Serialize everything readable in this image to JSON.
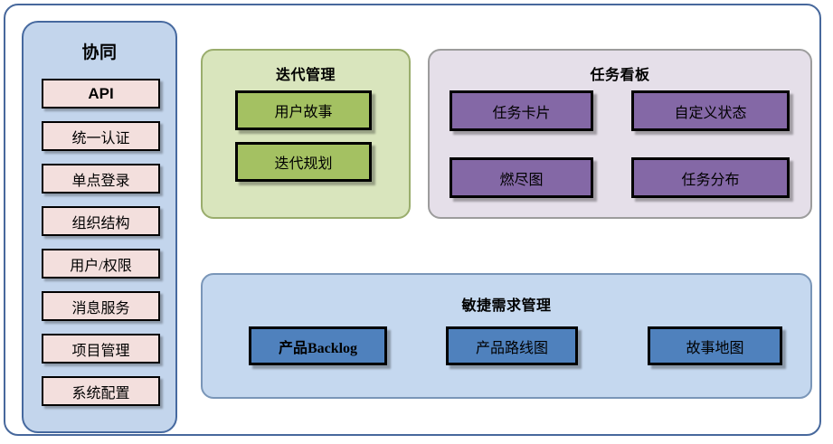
{
  "diagram": {
    "sidebar": {
      "title": "协同",
      "accent_color": "#c3d5ec",
      "border_color": "#46699f",
      "item_color": "#f3dfdd",
      "items": [
        {
          "label": "API",
          "style": "bold-latin"
        },
        {
          "label": "统一认证",
          "style": "normal"
        },
        {
          "label": "单点登录",
          "style": "normal"
        },
        {
          "label": "组织结构",
          "style": "normal"
        },
        {
          "label": "用户/权限",
          "style": "normal"
        },
        {
          "label": "消息服务",
          "style": "normal"
        },
        {
          "label": "项目管理",
          "style": "normal"
        },
        {
          "label": "系统配置",
          "style": "normal"
        }
      ]
    },
    "iteration": {
      "title": "迭代管理",
      "panel_color": "#d9e5bd",
      "border_color": "#9aad6d",
      "box_color": "#a4c162",
      "items": [
        {
          "label": "用户故事"
        },
        {
          "label": "迭代规划"
        }
      ]
    },
    "taskboard": {
      "title": "任务看板",
      "panel_color": "#e5dfe9",
      "border_color": "#9c9c9c",
      "box_color": "#8468a6",
      "items": [
        {
          "label": "任务卡片"
        },
        {
          "label": "自定义状态"
        },
        {
          "label": "燃尽图"
        },
        {
          "label": "任务分布"
        }
      ]
    },
    "agile": {
      "title": "敏捷需求管理",
      "panel_color": "#c5d8ef",
      "border_color": "#7a96b8",
      "box_color": "#4f81bd",
      "items": [
        {
          "label": "产品Backlog",
          "style": "bold-latin"
        },
        {
          "label": "产品路线图",
          "style": "normal"
        },
        {
          "label": "故事地图",
          "style": "normal"
        }
      ]
    }
  }
}
